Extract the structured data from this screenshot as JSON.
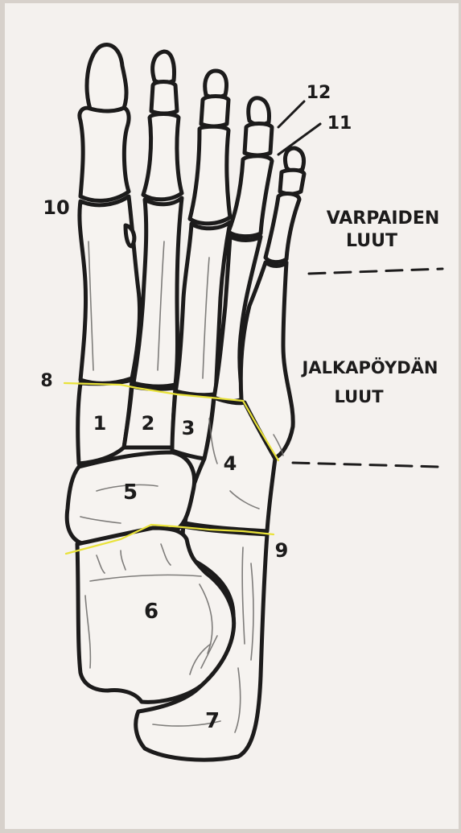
{
  "diagram": {
    "numbers": {
      "n1": "1",
      "n2": "2",
      "n3": "3",
      "n4": "4",
      "n5": "5",
      "n6": "6",
      "n7": "7",
      "n8": "8",
      "n9": "9",
      "n10": "10",
      "n11": "11",
      "n12": "12"
    },
    "labels": {
      "toes_line1": "VARPAIDEN",
      "toes_line2": "LUUT",
      "metatarsal_line1": "JALKAPÖYDÄN",
      "metatarsal_line2": "LUUT"
    },
    "colors": {
      "paper": "#f4f1ee",
      "ink": "#1c1b1b",
      "highlight": "#e9e23a",
      "shading": "#6a6866"
    }
  }
}
